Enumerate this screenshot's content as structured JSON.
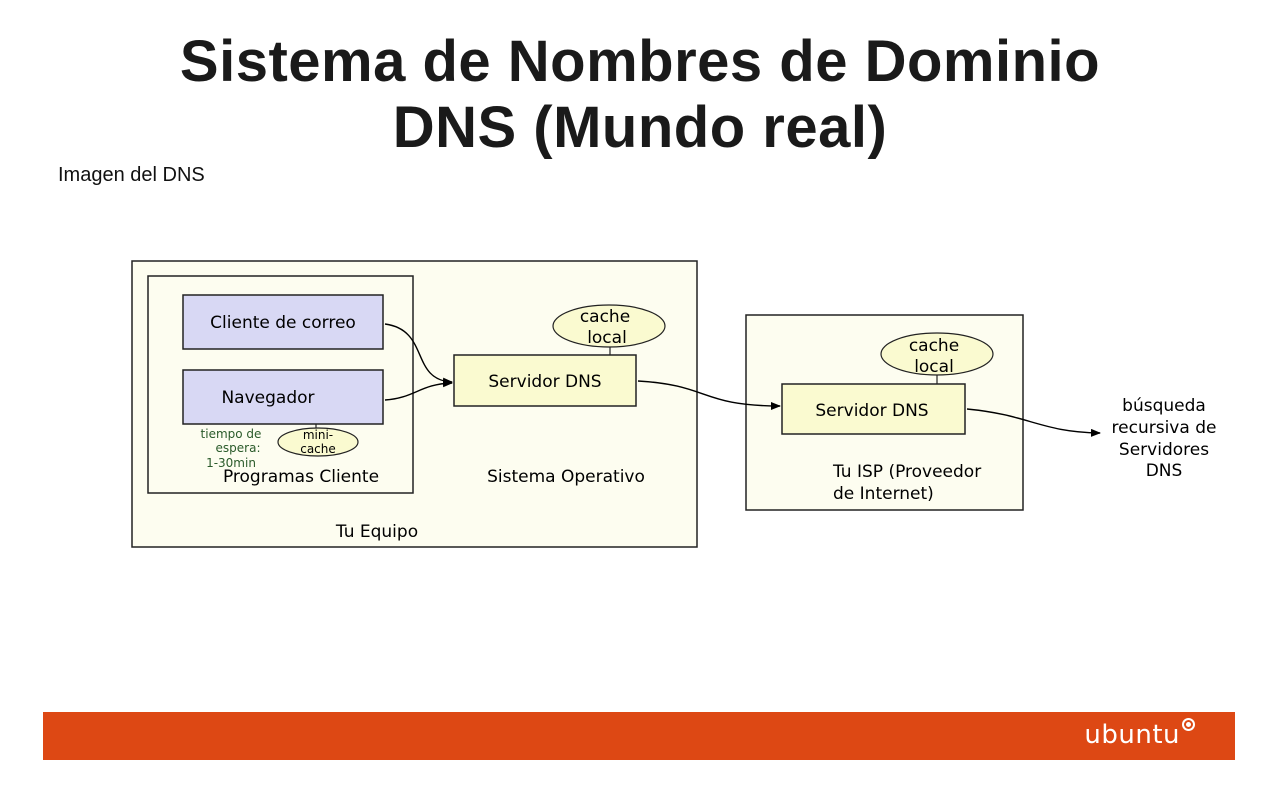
{
  "slide": {
    "title_line1": "Sistema de Nombres de Dominio",
    "title_line2": "DNS (Mundo real)",
    "subtitle": "Imagen del DNS"
  },
  "diagram": {
    "your_computer_label": "Tu Equipo",
    "client_programs_label": "Programas Cliente",
    "os_label": "Sistema Operativo",
    "email_client": "Cliente de correo",
    "browser": "Navegador",
    "timeout_line1": "tiempo de",
    "timeout_line2": "espera:",
    "timeout_line3": "1-30min",
    "minicache_line1": "mini-",
    "minicache_line2": "cache",
    "local_dns_server": "Servidor DNS",
    "local_cache_line1": "cache",
    "local_cache_line2": "local",
    "isp_dns_server": "Servidor DNS",
    "isp_cache_line1": "cache",
    "isp_cache_line2": "local",
    "isp_label_line1": "Tu ISP (Proveedor",
    "isp_label_line2": "de Internet)",
    "recursive_line1": "búsqueda",
    "recursive_line2": "recursiva de",
    "recursive_line3": "Servidores",
    "recursive_line4": "DNS"
  },
  "footer": {
    "brand": "ubuntu",
    "color": "#dd4814"
  },
  "colors": {
    "container_fill": "#fdfdf0",
    "client_box_fill": "#d8d8f4",
    "server_box_fill": "#fafad0",
    "cache_fill": "#fafad0",
    "timeout_text": "#2a5a2a"
  }
}
